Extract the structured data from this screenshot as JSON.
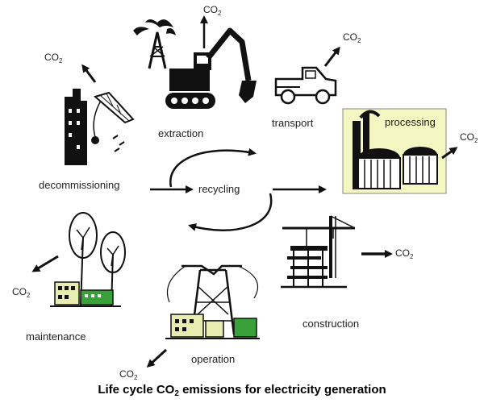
{
  "stages": {
    "extraction": "extraction",
    "transport": "transport",
    "processing": "processing",
    "decommissioning": "decommissioning",
    "recycling": "recycling",
    "maintenance": "maintenance",
    "operation": "operation",
    "construction": "construction"
  },
  "emission": {
    "main": "CO",
    "sub": "2"
  },
  "caption": {
    "before": "Life cycle CO",
    "sub": "2",
    "after": " emissions for electricity generation"
  },
  "colors": {
    "ink": "#111111",
    "building_green": "#3aa13a",
    "building_yellow": "#e8ecb0",
    "highlight": "#f5f7c2"
  },
  "icons": [
    "oil-derrick-icon",
    "excavator-icon",
    "truck-icon",
    "refinery-icon",
    "demolition-crane-icon",
    "wind-turbine-icon",
    "power-pylon-icon",
    "construction-crane-icon"
  ]
}
